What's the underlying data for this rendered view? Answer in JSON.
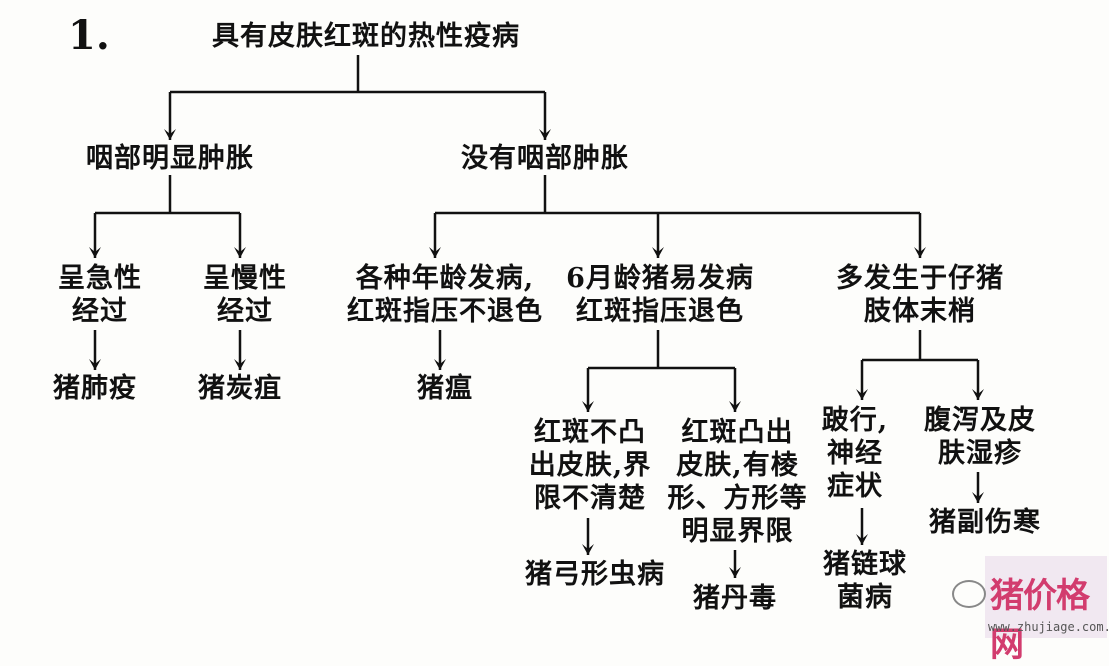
{
  "number": "1.",
  "nodes": {
    "root": "具有皮肤红斑的热性疫病",
    "throat_swelling": "咽部明显肿胀",
    "no_throat_swelling": "没有咽部肿胀",
    "acute": "呈急性\n经过",
    "chronic": "呈慢性\n经过",
    "all_ages": "各种年龄发病,\n红斑指压不退色",
    "six_month": "6月龄猪易发病\n红斑指压退色",
    "piglets": "多发生于仔猪\n肢体末梢",
    "swine_pasteurellosis": "猪肺疫",
    "swine_anthrax": "猪炭疽",
    "swine_fever": "猪瘟",
    "not_raised": "红斑不凸\n出皮肤,界\n限不清楚",
    "raised": "红斑凸出\n皮肤,有棱\n形、方形等\n明显界限",
    "lameness": "跛行,\n神经\n症状",
    "diarrhea": "腹泻及皮\n肤湿疹",
    "toxoplasmosis": "猪弓形虫病",
    "erysipelas": "猪丹毒",
    "streptococcosis": "猪链球\n菌病",
    "paratyphoid": "猪副伤寒"
  },
  "watermark": {
    "text": "猪价格网",
    "url": "www.zhujiage.com.cn"
  }
}
